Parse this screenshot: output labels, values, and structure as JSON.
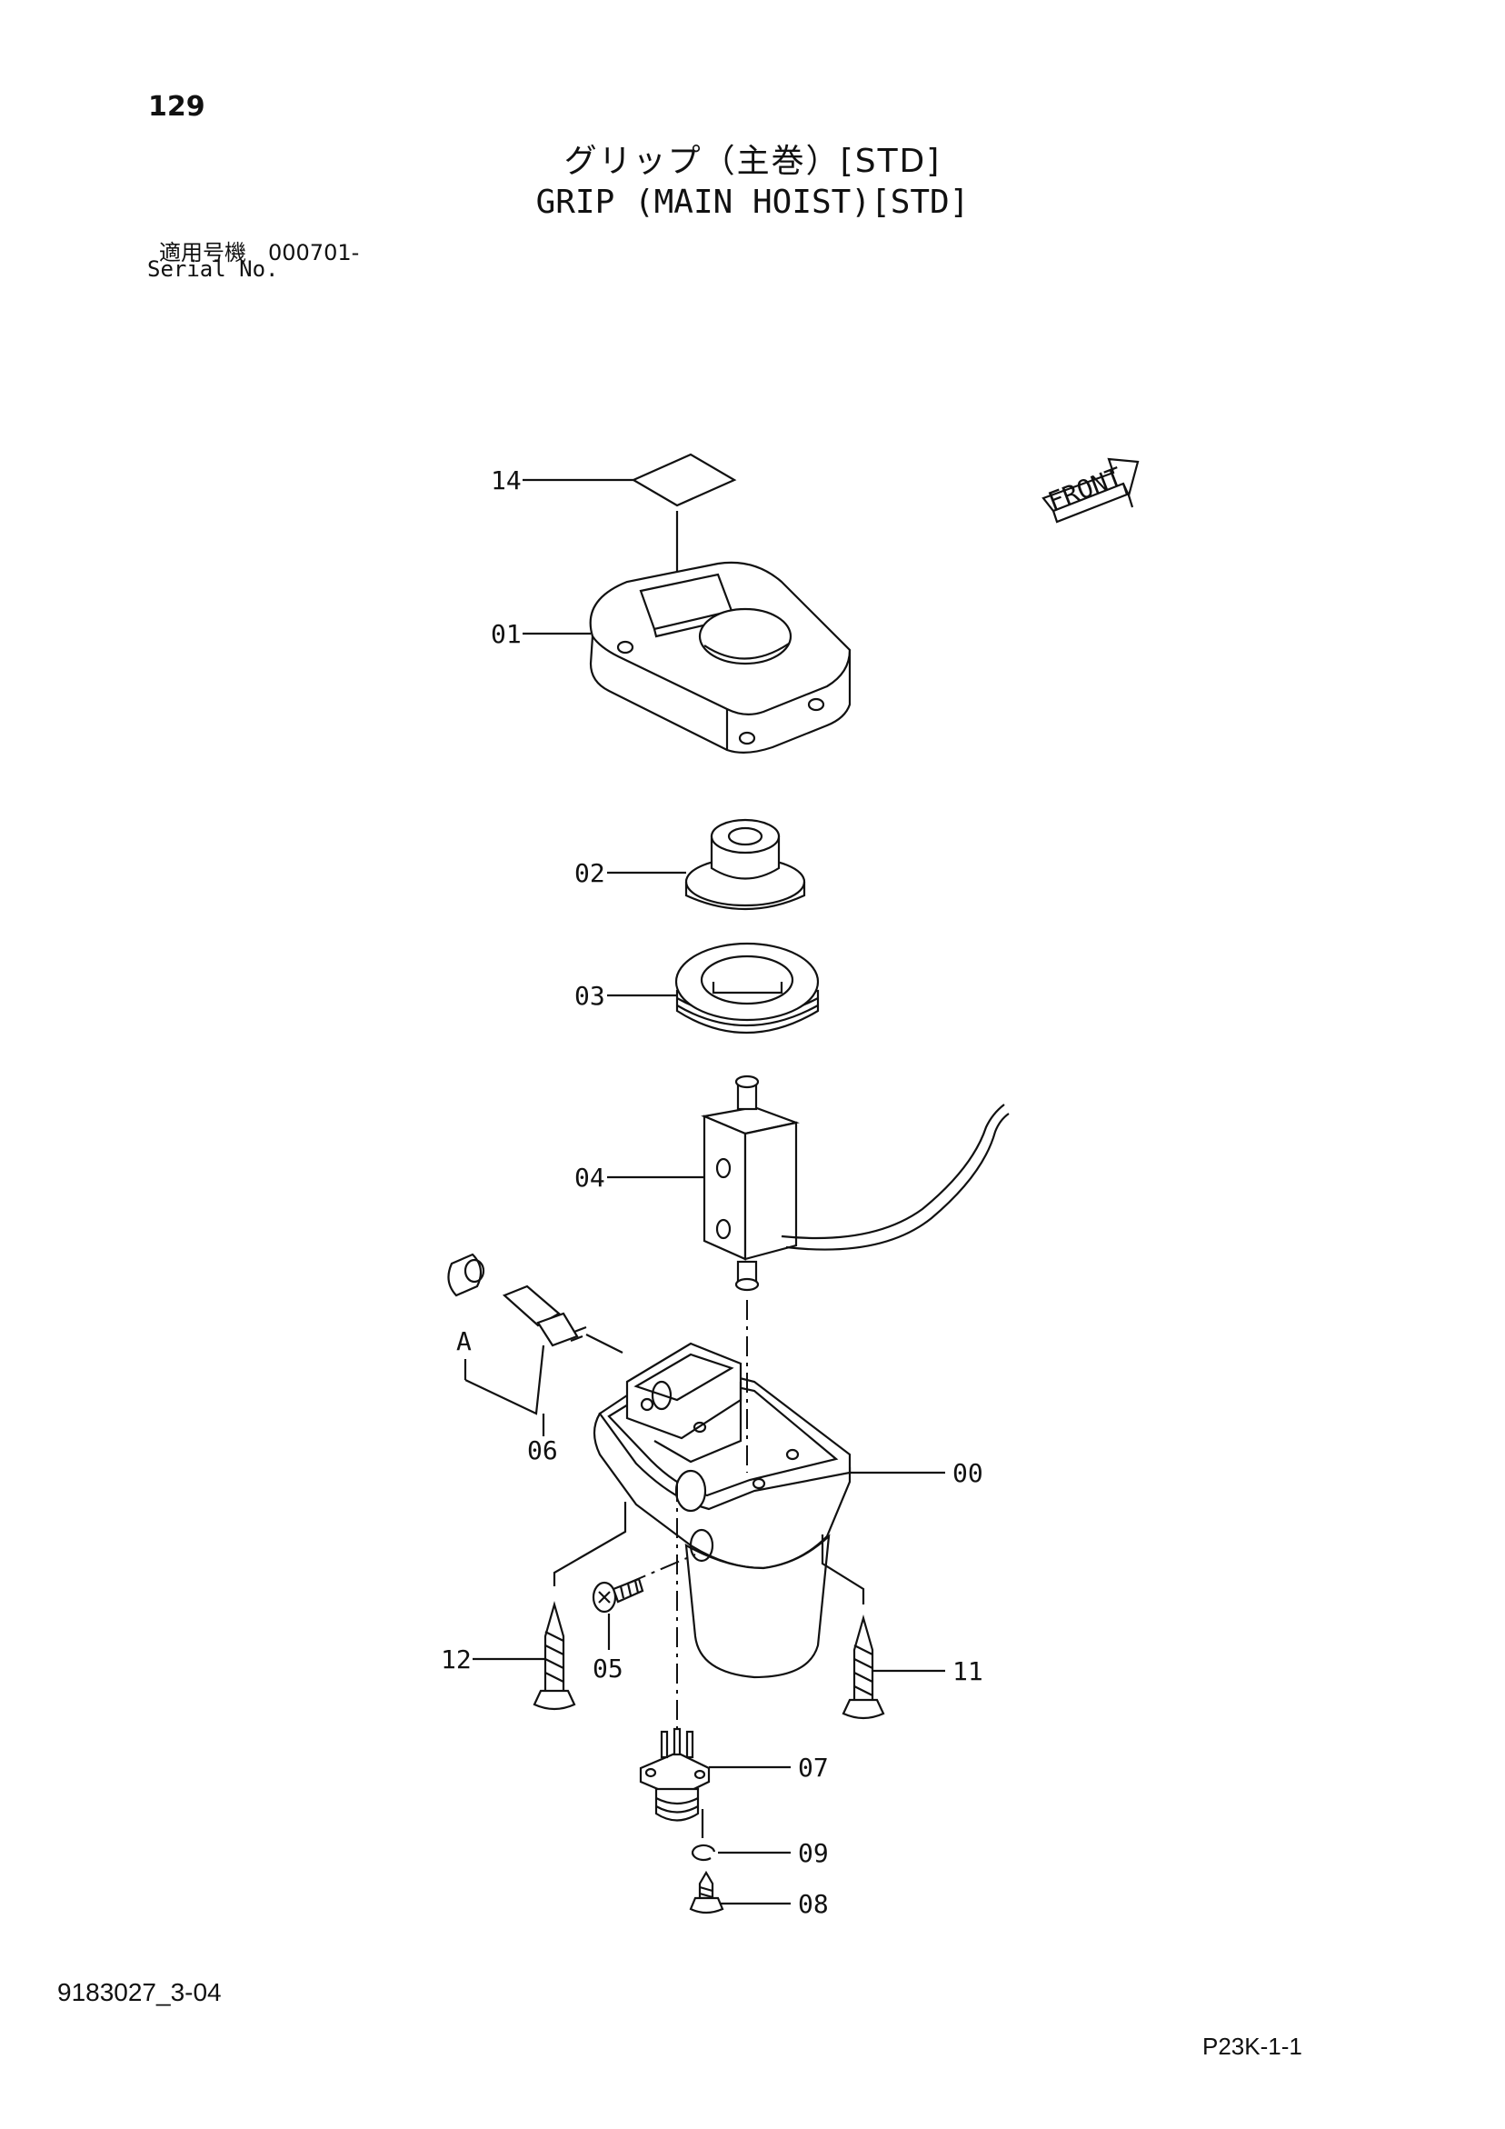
{
  "header": {
    "page_number": "129",
    "title_jp": "グリップ（主巻）[STD]",
    "title_en": "GRIP (MAIN HOIST)[STD]",
    "serial_jp": "適用号機　000701-",
    "serial_en": "Serial No."
  },
  "diagram": {
    "direction_label": "FRONT",
    "detail_label": "A",
    "callouts": {
      "p14": "14",
      "p01": "01",
      "p02": "02",
      "p03": "03",
      "p04": "04",
      "p06": "06",
      "p00": "00",
      "p12": "12",
      "p05": "05",
      "p11": "11",
      "p07": "07",
      "p09": "09",
      "p08": "08"
    }
  },
  "footer": {
    "doc_code": "9183027_3-04",
    "page_code": "P23K-1-1"
  }
}
